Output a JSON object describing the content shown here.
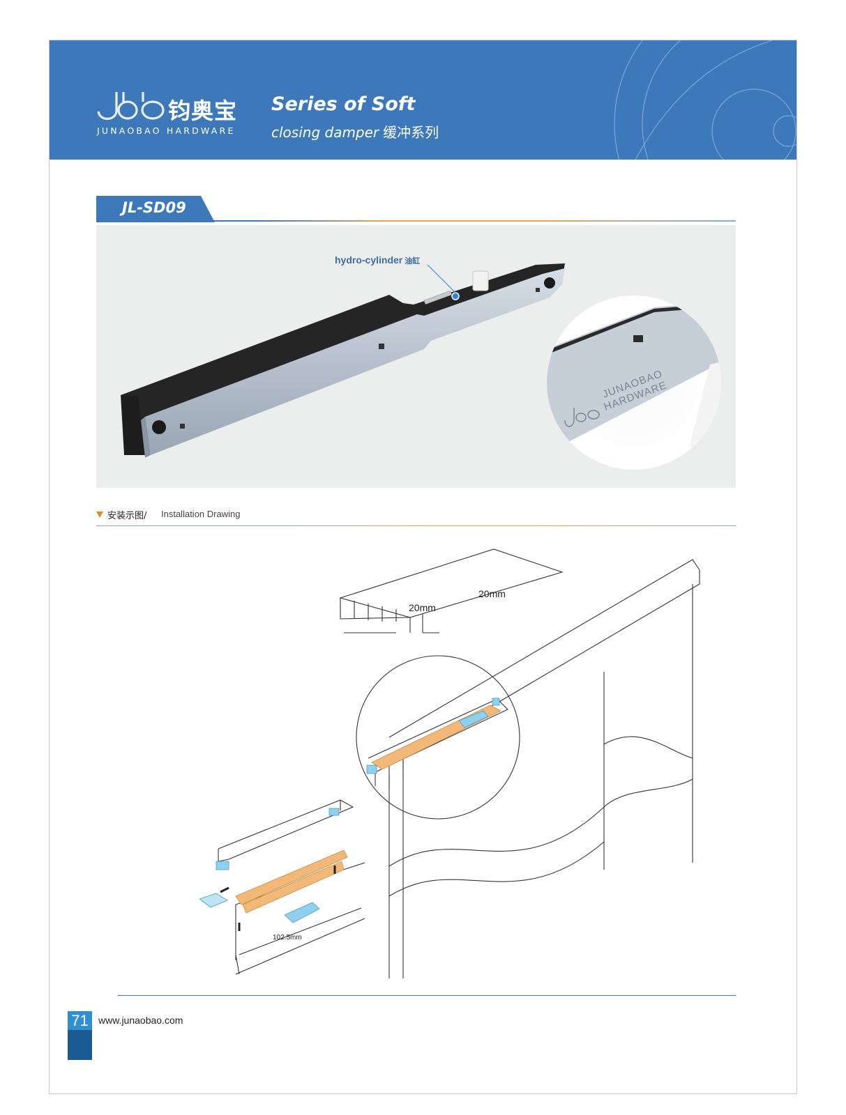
{
  "header": {
    "logo_cn": "钧奥宝",
    "logo_en": "JUNAOBAO HARDWARE",
    "series_title": "Series of Soft",
    "series_sub_en": "closing damper",
    "series_sub_cn": "缓冲系列"
  },
  "product": {
    "model": "JL-SD09",
    "callout_en": "hydro-cylinder",
    "callout_cn": "油缸",
    "stamp_line1": "JUNAOBAO",
    "stamp_line2": "HARDWARE"
  },
  "installation": {
    "label_cn": "安装示图/",
    "label_en": "Installation Drawing",
    "dim_height": "20mm",
    "dim_width": "20mm",
    "dim_offset": "102.5mm"
  },
  "footer": {
    "page_number": "71",
    "website": "www.junaobao.com"
  },
  "colors": {
    "brand_blue": "#3d78bb",
    "accent_orange": "#e8a55a",
    "damper_orange": "#f2b877",
    "fitting_blue": "#8fd0ef"
  }
}
